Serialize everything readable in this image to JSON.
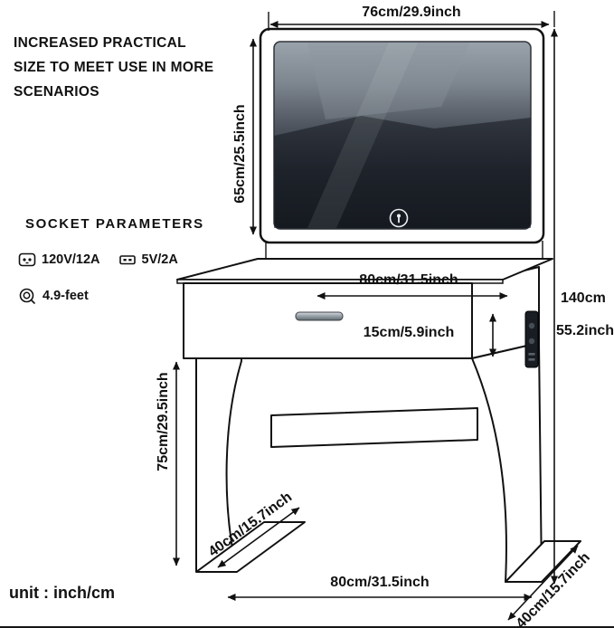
{
  "info": {
    "headline": [
      "INCREASED PRACTICAL",
      "SIZE TO MEET USE IN MORE",
      "SCENARIOS"
    ],
    "socket_title": "SOCKET PARAMETERS",
    "socket_power": "120V/12A",
    "socket_usb": "5V/2A",
    "cord_length": "4.9-feet",
    "unit_note": "unit : inch/cm"
  },
  "dims": {
    "mirror_width": "76cm/29.9inch",
    "mirror_height": "65cm/25.5inch",
    "tabletop_width": "80cm/31.5inch",
    "drawer_height": "15cm/5.9inch",
    "leg_height": "75cm/29.5inch",
    "total_height_cm": "140cm",
    "total_height_in": "55.2inch",
    "left_foot_depth": "40cm/15.7inch",
    "base_width": "80cm/31.5inch",
    "right_foot_depth": "40cm/15.7inch"
  },
  "icons": {
    "socket_power": "power-outlet-icon",
    "socket_usb": "usb-port-icon",
    "cord": "cable-coil-icon",
    "mirror_touch": "touch-sensor-icon"
  },
  "colors": {
    "line": "#111111",
    "frame": "#ffffff",
    "mirror_dark": "#171b21"
  }
}
